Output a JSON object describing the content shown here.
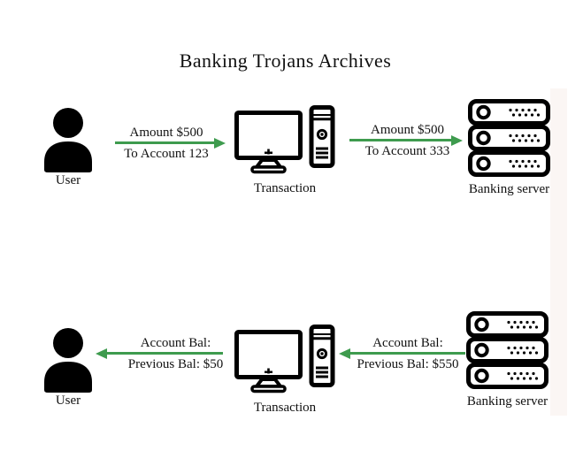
{
  "title": "Banking Trojans Archives",
  "colors": {
    "arrow_green": "#3e9b4e",
    "icon_black": "#000000",
    "edge_strip": "#fbf6f4"
  },
  "icons": {
    "user": "person-silhouette",
    "transaction": "desktop-computer-with-tower",
    "banking_server": "server-rack-3-units",
    "arrowhead": "green-triangle"
  },
  "rows": [
    {
      "user_label": "User",
      "computer_label": "Transaction",
      "server_label": "Banking server",
      "arrow1": {
        "direction": "right",
        "top_text": "Amount $500",
        "bottom_text": "To Account 123"
      },
      "arrow2": {
        "direction": "right",
        "top_text": "Amount $500",
        "bottom_text": "To Account 333"
      }
    },
    {
      "user_label": "User",
      "computer_label": "Transaction",
      "server_label": "Banking server",
      "arrow1": {
        "direction": "left",
        "top_text": "Account Bal:",
        "bottom_text": "Previous Bal: $50"
      },
      "arrow2": {
        "direction": "left",
        "top_text": "Account Bal:",
        "bottom_text": "Previous Bal: $550"
      }
    }
  ]
}
